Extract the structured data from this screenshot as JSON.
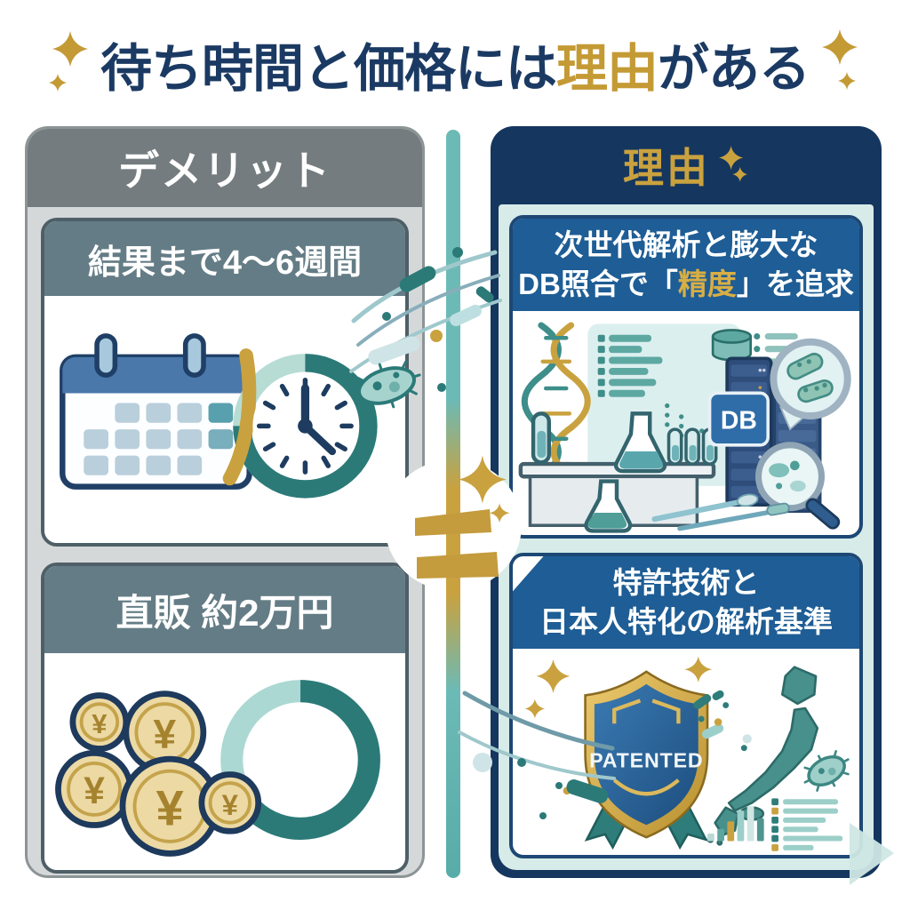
{
  "title": {
    "pre": "待ち時間と価格には",
    "highlight": "理由",
    "post": "がある"
  },
  "left_panel": {
    "header": "デメリット",
    "card_wait": {
      "title": "結果まで4〜6週間"
    },
    "card_price": {
      "title": "直販 約2万円"
    }
  },
  "right_panel": {
    "header": "理由",
    "card_analysis": {
      "line1": "次世代解析と膨大な",
      "line2_pre": "DB照合で「",
      "line2_highlight": "精度",
      "line2_post": "」を追求"
    },
    "card_patent": {
      "line1": "特許技術と",
      "line2": "日本人特化の解析基準"
    }
  },
  "illustrations": {
    "shield_label": "PATENTED",
    "db_badge": "DB",
    "yen": "¥"
  },
  "colors": {
    "navy": "#17365c",
    "gold": "#c49a35",
    "teal": "#2b7a78",
    "light_teal": "#a8d5cf",
    "slate_header": "#647c85",
    "gray_header": "#747c7f",
    "panel_gray": "#d5d8d9",
    "mint": "#d7ebe8",
    "card_blue": "#1e5d95"
  }
}
